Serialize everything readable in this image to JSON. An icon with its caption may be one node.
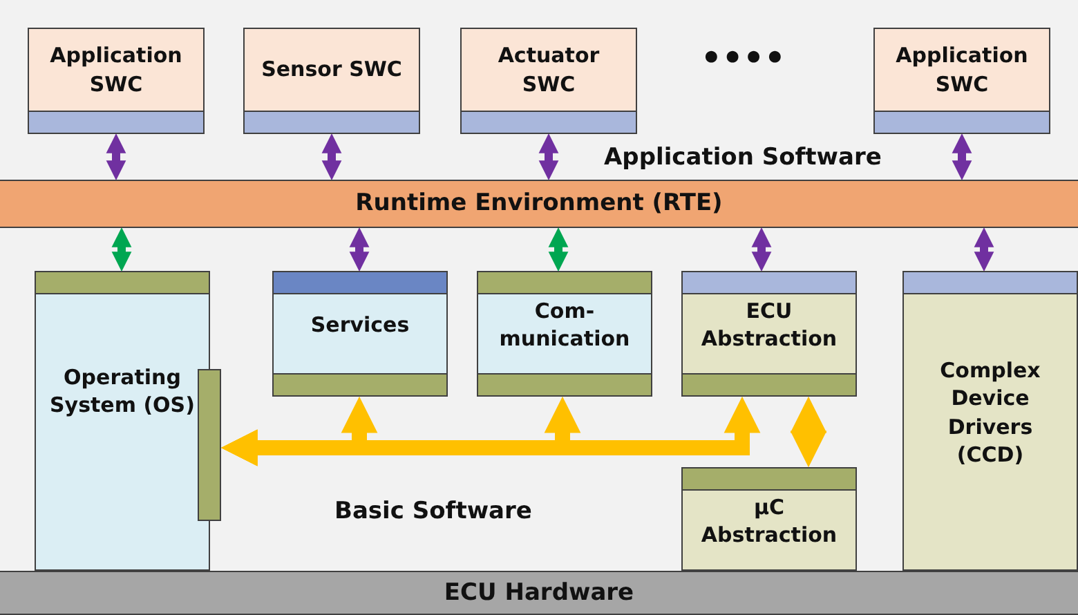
{
  "diagram": {
    "nodes": [
      {
        "text": [
          "Application SWC"
        ]
      },
      {
        "text": [
          "Sensor SWC"
        ]
      },
      {
        "text": [
          "Actuator SWC"
        ]
      },
      {
        "text": [
          "Application SWC"
        ]
      },
      {
        "text": [
          "Runtime Environment (RTE)"
        ]
      },
      {
        "text": [
          "Operating System (OS)"
        ]
      },
      {
        "text": [
          "Services"
        ]
      },
      {
        "text": [
          "Com- munication"
        ]
      },
      {
        "text": [
          "ECU Abstraction"
        ]
      },
      {
        "text": [
          "Complex Device Drivers (CCD)"
        ]
      },
      {
        "text": [
          "µC Abstraction"
        ]
      },
      {
        "text": [
          "ECU Hardware"
        ]
      },
      {
        "text": [],
        "shape": "bar"
      }
    ],
    "edges": [
      {
        "from": 0,
        "to": 4,
        "arrow": "both"
      },
      {
        "from": 1,
        "to": 4,
        "arrow": "both"
      },
      {
        "from": 2,
        "to": 4,
        "arrow": "both"
      },
      {
        "from": 3,
        "to": 4,
        "arrow": "both"
      },
      {
        "from": 5,
        "to": 4,
        "arrow": "both",
        "color": "#00a651"
      },
      {
        "from": 6,
        "to": 4,
        "arrow": "both"
      },
      {
        "from": 7,
        "to": 4,
        "arrow": "both",
        "color": "#00a651"
      },
      {
        "from": 8,
        "to": 4,
        "arrow": "both"
      },
      {
        "from": 9,
        "to": 4,
        "arrow": "both"
      },
      {
        "from": 6,
        "to": 12,
        "arrow": "both",
        "style": "thick",
        "color": "#ffc000"
      },
      {
        "from": 7,
        "to": 12,
        "arrow": "both",
        "style": "thick",
        "color": "#ffc000"
      },
      {
        "from": 8,
        "to": 12,
        "arrow": "both",
        "style": "thick",
        "color": "#ffc000"
      },
      {
        "from": 8,
        "to": 10,
        "arrow": "both",
        "style": "thick",
        "color": "#ffc000"
      }
    ],
    "labels": [
      "••••",
      "Application Software",
      "Basic Software"
    ]
  }
}
